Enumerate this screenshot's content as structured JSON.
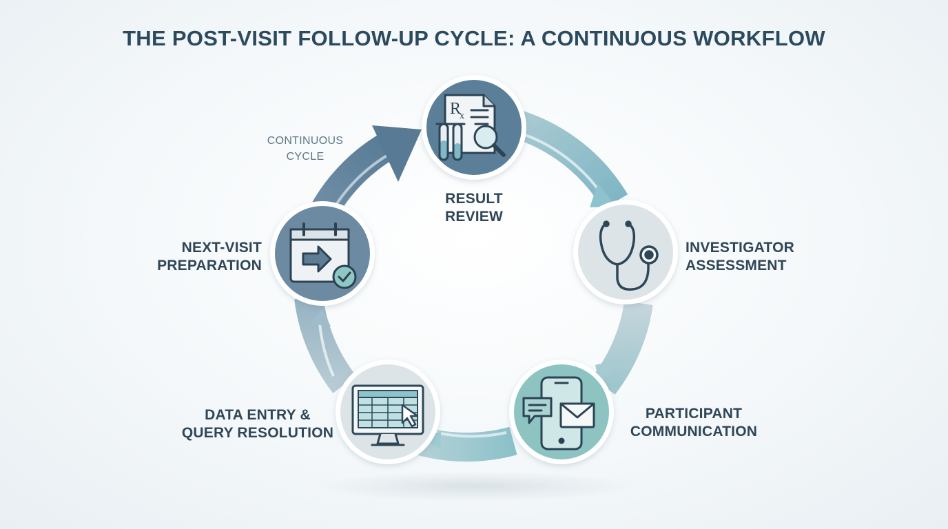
{
  "title": "THE POST-VISIT FOLLOW-UP CYCLE: A CONTINUOUS WORKFLOW",
  "cycle_tag": {
    "line1": "CONTINUOUS",
    "line2": "CYCLE"
  },
  "steps": [
    {
      "id": "result-review",
      "line1": "RESULT",
      "line2": "REVIEW",
      "icon": "lab-report-icon"
    },
    {
      "id": "investigator-assessment",
      "line1": "INVESTIGATOR",
      "line2": "ASSESSMENT",
      "icon": "stethoscope-icon"
    },
    {
      "id": "participant-communication",
      "line1": "PARTICIPANT",
      "line2": "COMMUNICATION",
      "icon": "phone-message-icon"
    },
    {
      "id": "data-entry",
      "line1": "DATA ENTRY &",
      "line2": "QUERY RESOLUTION",
      "icon": "monitor-spreadsheet-icon"
    },
    {
      "id": "next-visit-preparation",
      "line1": "NEXT-VISIT",
      "line2": "PREPARATION",
      "icon": "calendar-check-icon"
    }
  ],
  "colors": {
    "title": "#2c4a5e",
    "node_dark": "#5b7e99",
    "node_mid": "#7d99ab",
    "node_light": "#dfe6ea",
    "node_teal": "#8cc2c0",
    "arrow_teal": "#8fc4cc",
    "arrow_slate": "#5d7f98"
  }
}
